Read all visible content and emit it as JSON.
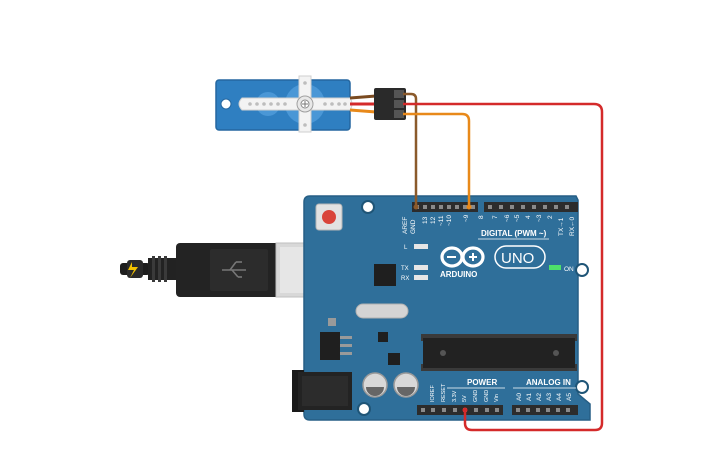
{
  "board": {
    "logo_text": "ARDUINO",
    "model": "UNO",
    "digital_header_label": "DIGITAL (PWM ~)",
    "power_label": "POWER",
    "analog_label": "ANALOG IN",
    "led_l": "L",
    "led_tx": "TX",
    "led_rx": "RX",
    "led_on": "ON",
    "digital_pins": [
      "AREF",
      "GND",
      "13",
      "12",
      "~11",
      "~10",
      "~9",
      "8",
      "7",
      "~6",
      "~5",
      "4",
      "~3",
      "2",
      "TX→1",
      "RX←0"
    ],
    "power_pins": [
      "IOREF",
      "RESET",
      "3.3V",
      "5V",
      "GND",
      "GND",
      "Vin"
    ],
    "analog_pins": [
      "A0",
      "A1",
      "A2",
      "A3",
      "A4",
      "A5"
    ]
  },
  "colors": {
    "board": "#2f6f9a",
    "board_edge": "#275f85",
    "wire_red": "#d42a2a",
    "wire_brown": "#8b5a2b",
    "wire_orange": "#e8891a",
    "servo_body": "#2f7fc1",
    "header": "#2c2c2c"
  },
  "connections": [
    {
      "from": "servo-brown",
      "to": "GND"
    },
    {
      "from": "servo-orange",
      "to": "~9"
    },
    {
      "from": "servo-red",
      "to": "5V"
    }
  ]
}
